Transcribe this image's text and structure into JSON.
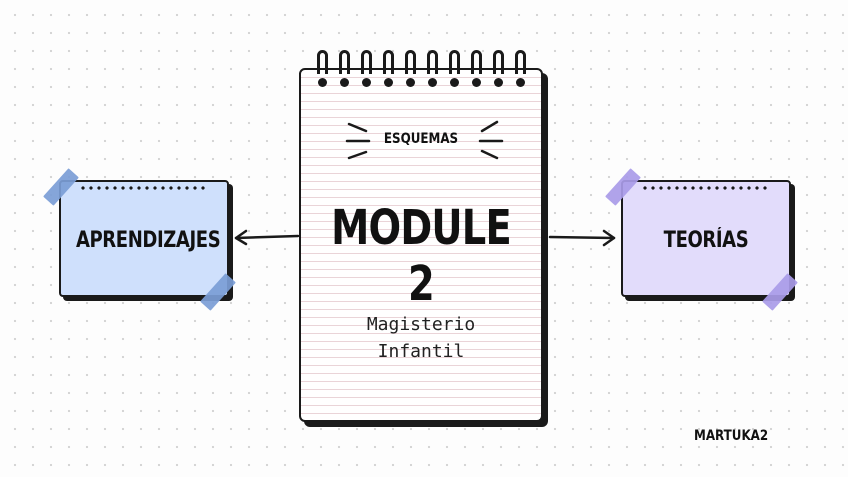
{
  "notebook": {
    "header": "ESQUEMAS",
    "title": "MODULE 2",
    "line1": "Magisterio",
    "line2": "Infantil"
  },
  "left_card": {
    "label": "APRENDIZAJES"
  },
  "right_card": {
    "label": "TEORÍAS"
  },
  "signature": "MARTUKA2",
  "colors": {
    "left_card": "#cfe0fc",
    "right_card": "#e2dcfb",
    "left_tape": "#7b9dd6",
    "right_tape": "#a99be8",
    "ink": "#1a1a1a"
  }
}
